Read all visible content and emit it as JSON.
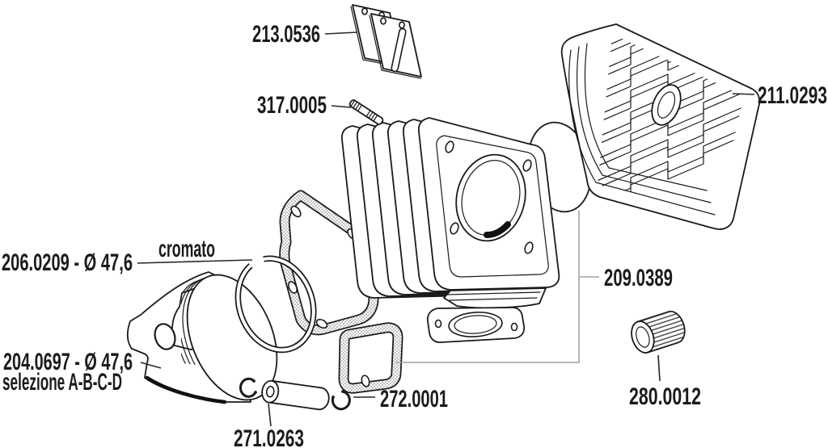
{
  "diagram": {
    "type": "exploded-parts-diagram",
    "subject": "two-stroke scooter cylinder kit",
    "background_color": "#ffffff",
    "line_color": "#1a1a1a",
    "label_color": "#1b1b1b",
    "bracket_line_color": "#a2a2a2",
    "parts": [
      {
        "part_number": "213.0536",
        "name": "reed-petals"
      },
      {
        "part_number": "317.0005",
        "name": "stud"
      },
      {
        "part_number": "211.0293",
        "name": "cylinder-head"
      },
      {
        "part_number": "206.0209 - Ø 47,6",
        "name": "piston-ring",
        "note": "cromato"
      },
      {
        "part_number": "209.0389",
        "name": "cylinder-with-gaskets"
      },
      {
        "part_number": "204.0697 - Ø 47,6",
        "name": "piston",
        "note": "selezione A-B-C-D"
      },
      {
        "part_number": "272.0001",
        "name": "circlips"
      },
      {
        "part_number": "280.0012",
        "name": "needle-cage"
      },
      {
        "part_number": "271.0263",
        "name": "piston-pin"
      }
    ]
  }
}
